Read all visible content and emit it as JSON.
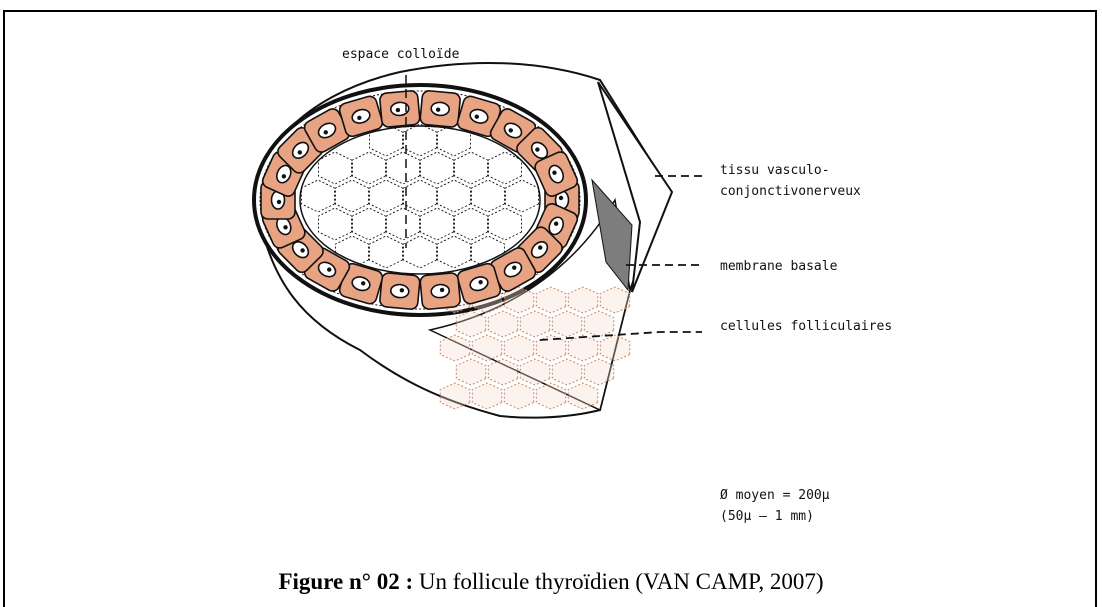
{
  "labels": {
    "colloid": "espace colloïde",
    "tissue_line1": "tissu vasculo-",
    "tissue_line2": "conjonctivonerveux",
    "membrane": "membrane basale",
    "cells": "cellules folliculaires",
    "diameter_line1": "Ø moyen = 200µ",
    "diameter_line2": "(50µ – 1 mm)"
  },
  "caption": {
    "prefix": "Figure n° 02 :",
    "text": " Un follicule thyroïdien (VAN CAMP, 2007)"
  },
  "colors": {
    "cell_fill": "#e8a383",
    "nucleus_fill": "#ffffff",
    "ink": "#111111",
    "inner_surface": "#f6dccd"
  }
}
